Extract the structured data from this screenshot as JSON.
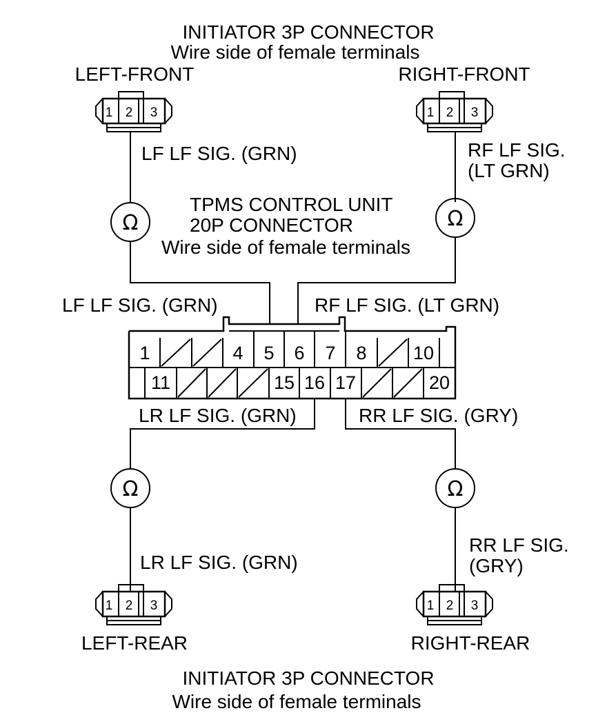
{
  "top_header": {
    "title": "INITIATOR 3P CONNECTOR",
    "subtitle": "Wire side of female terminals"
  },
  "bottom_header": {
    "title": "INITIATOR 3P CONNECTOR",
    "subtitle": "Wire side of female terminals"
  },
  "control_unit": {
    "line1": "TPMS CONTROL UNIT",
    "line2": "20P CONNECTOR",
    "line3": "Wire side of female terminals"
  },
  "connectors": {
    "left_front": {
      "label": "LEFT-FRONT",
      "pins": [
        "1",
        "2",
        "3"
      ]
    },
    "right_front": {
      "label": "RIGHT-FRONT",
      "pins": [
        "1",
        "2",
        "3"
      ]
    },
    "left_rear": {
      "label": "LEFT-REAR",
      "pins": [
        "1",
        "2",
        "3"
      ]
    },
    "right_rear": {
      "label": "RIGHT-REAR",
      "pins": [
        "1",
        "2",
        "3"
      ]
    }
  },
  "wires": {
    "lf_upper": "LF LF SIG. (GRN)",
    "lf_unit": "LF LF SIG. (GRN)",
    "rf_upper_1": "RF LF SIG.",
    "rf_upper_2": "(LT GRN)",
    "rf_unit": "RF LF SIG. (LT GRN)",
    "lr_unit": "LR LF SIG. (GRN)",
    "lr_lower": "LR LF SIG. (GRN)",
    "rr_unit": "RR LF SIG. (GRY)",
    "rr_lower_1": "RR LF SIG.",
    "rr_lower_2": "(GRY)"
  },
  "ohmmeter_symbol": "Ω",
  "terminals_top": [
    "1",
    "",
    "",
    "4",
    "5",
    "6",
    "7",
    "8",
    "",
    "10"
  ],
  "terminals_bottom": [
    "11",
    "",
    "",
    "",
    "15",
    "16",
    "17",
    "",
    "",
    "20"
  ]
}
